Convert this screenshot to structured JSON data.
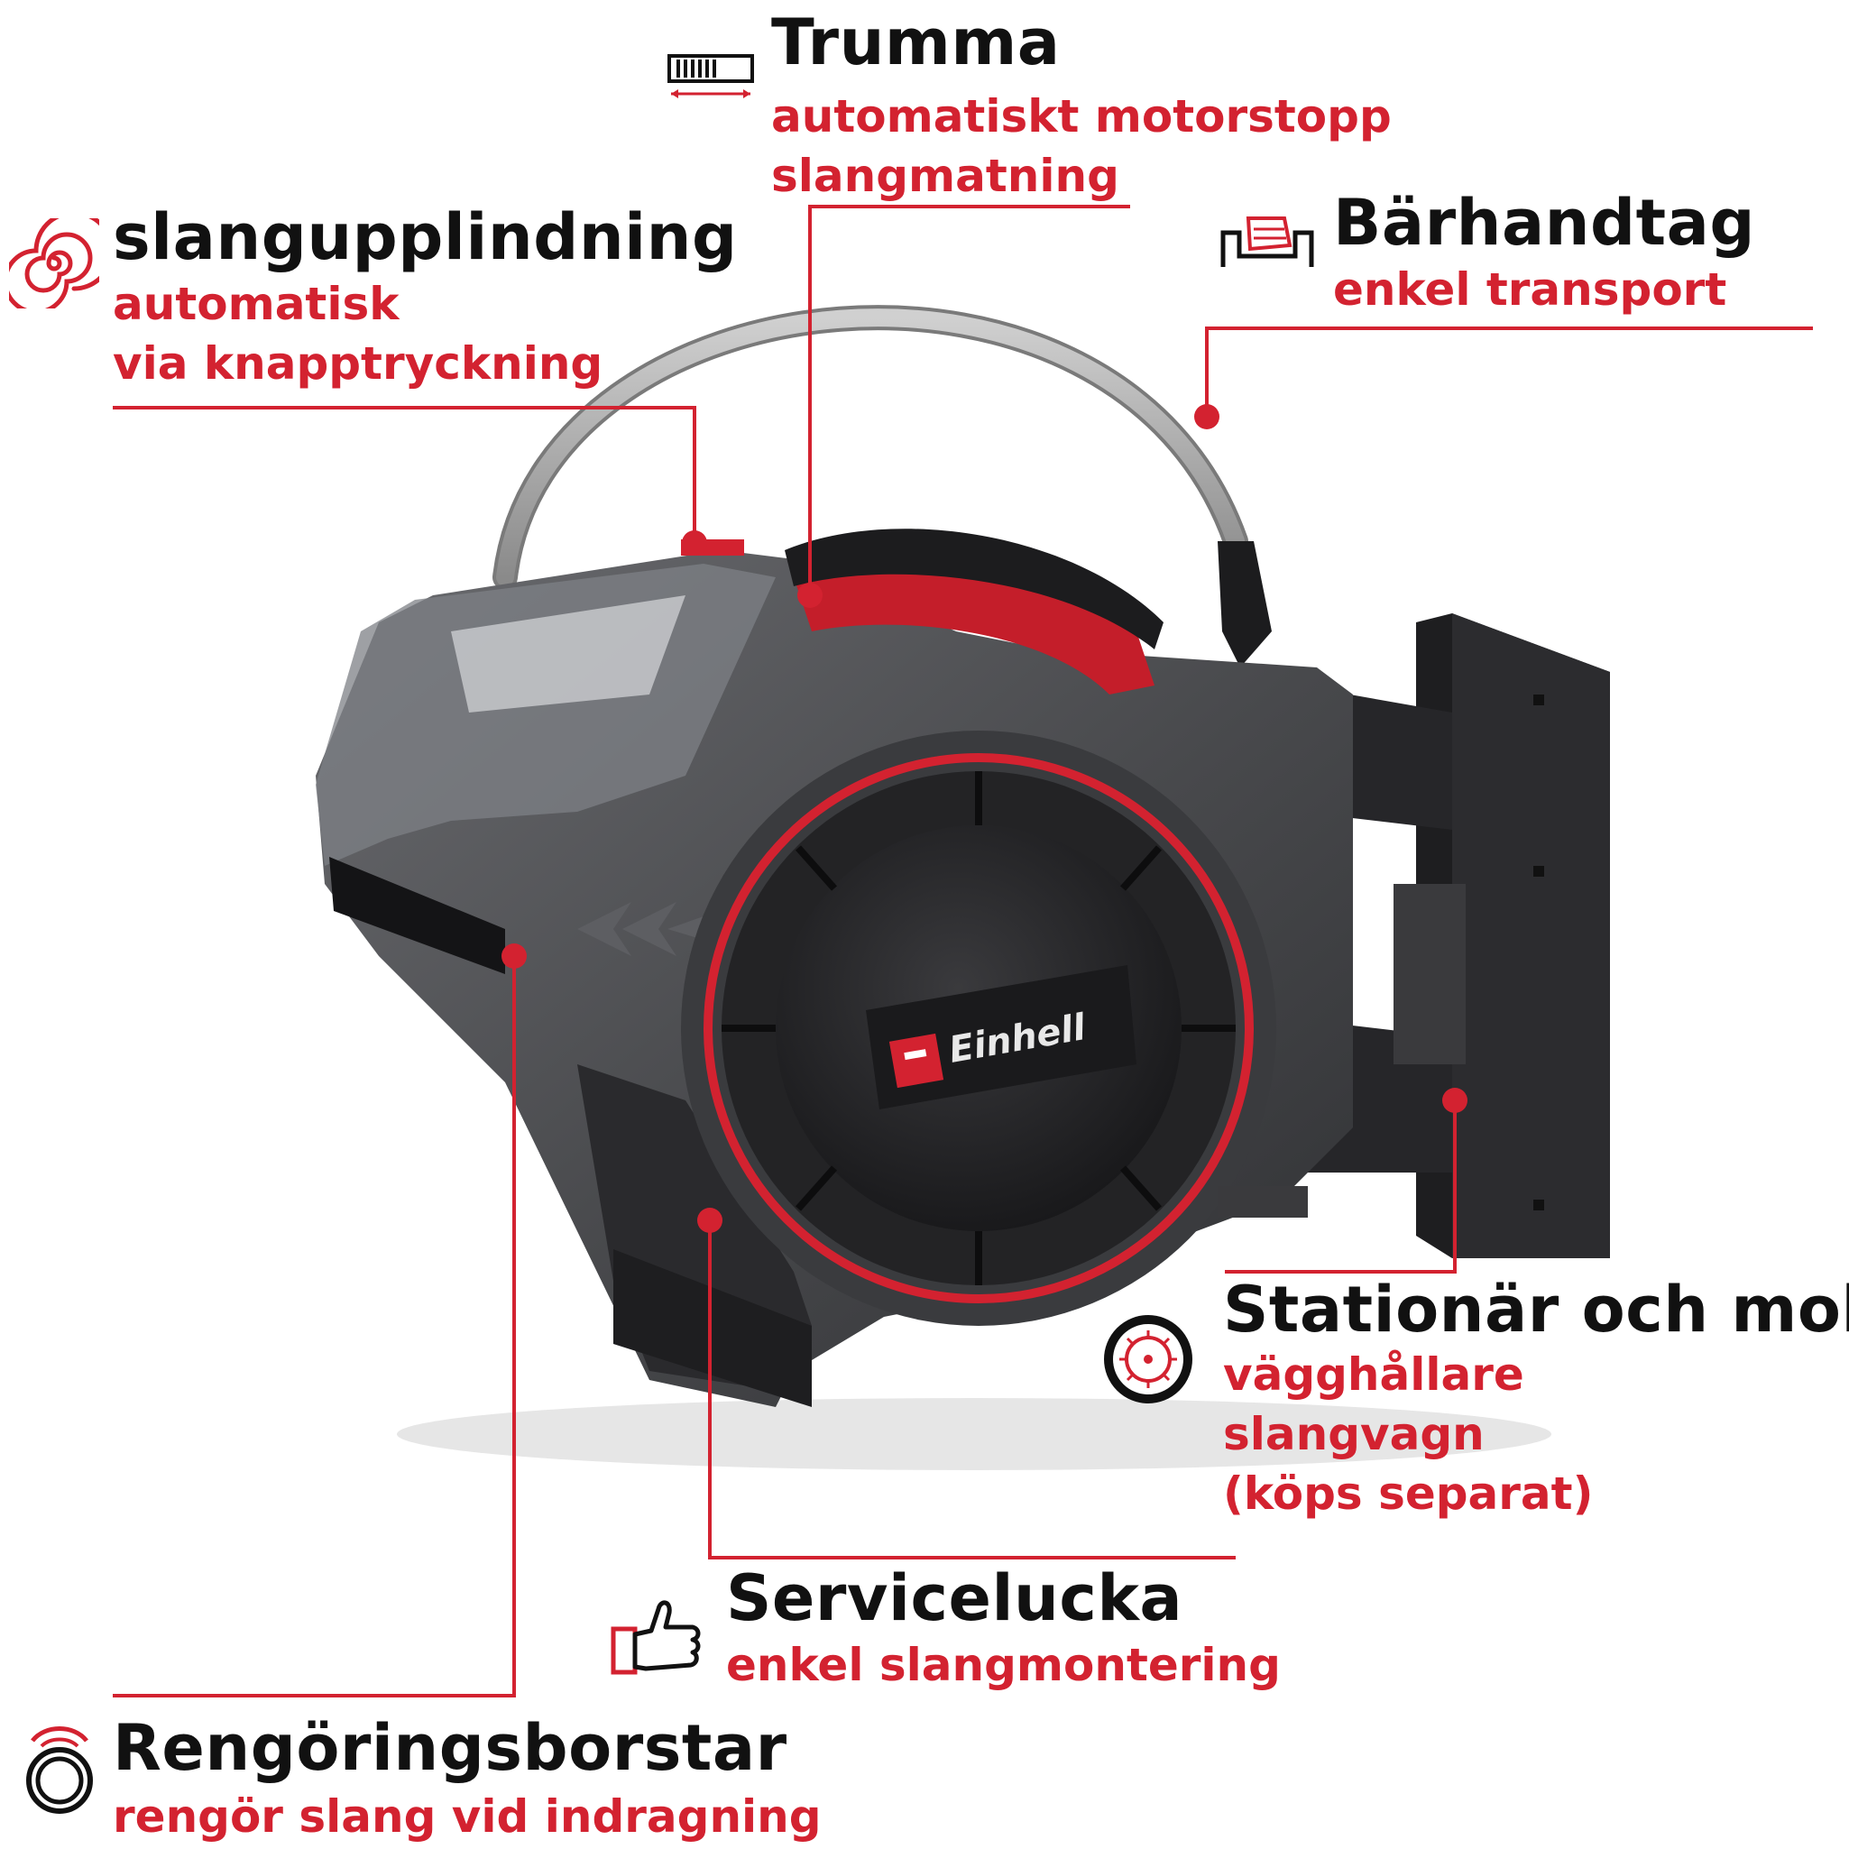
{
  "colors": {
    "accent": "#d32230",
    "title_text": "#111111",
    "body_grey": "#4a4b4e",
    "dark_grey": "#2b2b2d"
  },
  "product": {
    "brand_logo_text": "Einhell"
  },
  "callouts": {
    "trumma": {
      "title": "Trumma",
      "lines": [
        "automatiskt motorstopp",
        "slangmatning"
      ],
      "icon": "drum-level-icon"
    },
    "slangupplindning": {
      "title": "slangupplindning",
      "lines": [
        "automatisk",
        "via knapptryckning"
      ],
      "icon": "spiral-icon"
    },
    "barhandtag": {
      "title": "Bärhandtag",
      "lines": [
        "enkel transport"
      ],
      "icon": "carry-handle-icon"
    },
    "stationar": {
      "title": "Stationär och mobil",
      "lines": [
        "vägghållare",
        "slangvagn",
        "(köps separat)"
      ],
      "icon": "wheel-icon"
    },
    "servicelucka": {
      "title": "Servicelucka",
      "lines": [
        "enkel slangmontering"
      ],
      "icon": "thumbs-up-icon"
    },
    "rengoringsborstar": {
      "title": "Rengöringsborstar",
      "lines": [
        "rengör slang vid indragning"
      ],
      "icon": "brush-ring-icon"
    }
  }
}
